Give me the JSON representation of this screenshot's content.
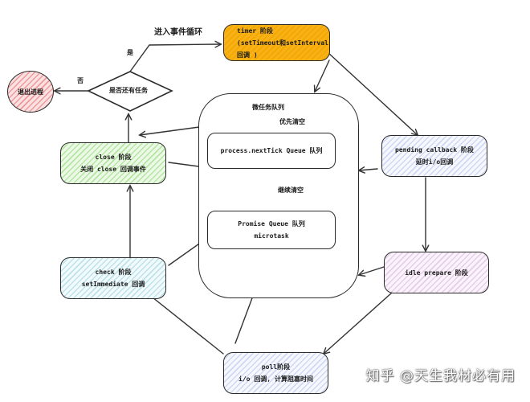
{
  "nodes": {
    "timer": {
      "line1": "timer 阶段",
      "line2": "(setTimeout和setInterval回调 )"
    },
    "pending": {
      "line1": "pending callback 阶段",
      "line2": "延时i/o回调"
    },
    "idle": {
      "line1": "idle prepare 阶段"
    },
    "poll": {
      "line1": "poll阶段",
      "line2": "i/o 回调, 计算阻塞时间"
    },
    "check": {
      "line1": "check 阶段",
      "line2": "setImmediate 回调"
    },
    "close": {
      "line1": "close 阶段",
      "line2": "关闭 close 回调事件"
    },
    "decision": {
      "label": "是否还有任务"
    },
    "exit": {
      "label": "退出进程"
    },
    "microtask": {
      "title": "微任务队列",
      "nexttick": "process.nextTick Queue 队列",
      "promise_line1": "Promise Queue 队列",
      "promise_line2": "microtask"
    }
  },
  "labels": {
    "enter_loop": "进入事件循环",
    "yes": "是",
    "no": "否",
    "priority_clear": "优先清空",
    "continue_clear": "继续清空"
  },
  "watermark": "知乎 @天生我材必有用",
  "colors": {
    "timer": "#f5a800",
    "pending": "#cfd8f4",
    "idle": "#e7cde8",
    "poll": "#cfd8f4",
    "check": "#bfe2e8",
    "close": "#b4e6a3",
    "exit": "#ef9a9a"
  }
}
